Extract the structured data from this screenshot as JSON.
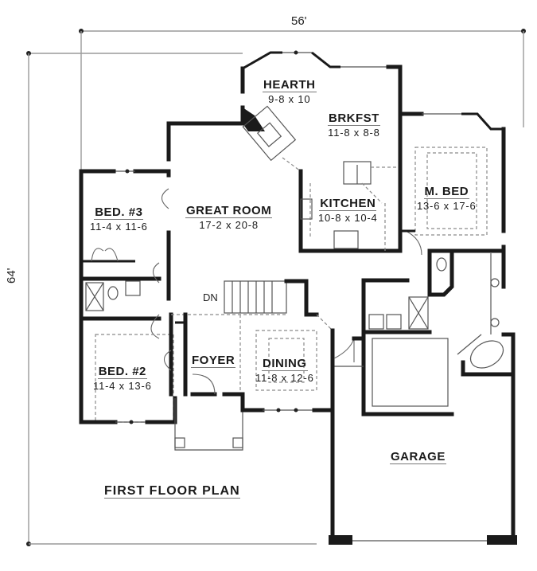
{
  "plan": {
    "title": "FIRST FLOOR PLAN",
    "overall_width": "56'",
    "overall_depth": "64'",
    "stair_label": "DN"
  },
  "rooms": {
    "hearth": {
      "name": "HEARTH",
      "size": "9-8 x 10"
    },
    "brkfst": {
      "name": "BRKFST",
      "size": "11-8 x 8-8"
    },
    "great_room": {
      "name": "GREAT ROOM",
      "size": "17-2 x 20-8"
    },
    "bed3": {
      "name": "BED. #3",
      "size": "11-4 x 11-6"
    },
    "kitchen": {
      "name": "KITCHEN",
      "size": "10-8 x 10-4"
    },
    "master_bed": {
      "name": "M. BED",
      "size": "13-6 x 17-6"
    },
    "bed2": {
      "name": "BED. #2",
      "size": "11-4 x 13-6"
    },
    "foyer": {
      "name": "FOYER",
      "size": ""
    },
    "dining": {
      "name": "DINING",
      "size": "11-8 x 12-6"
    },
    "garage": {
      "name": "GARAGE",
      "size": ""
    }
  },
  "colors": {
    "wall": "#1a1a1a",
    "dimension": "#9a9a9a",
    "dashed": "#8a8a8a",
    "background": "#ffffff"
  }
}
